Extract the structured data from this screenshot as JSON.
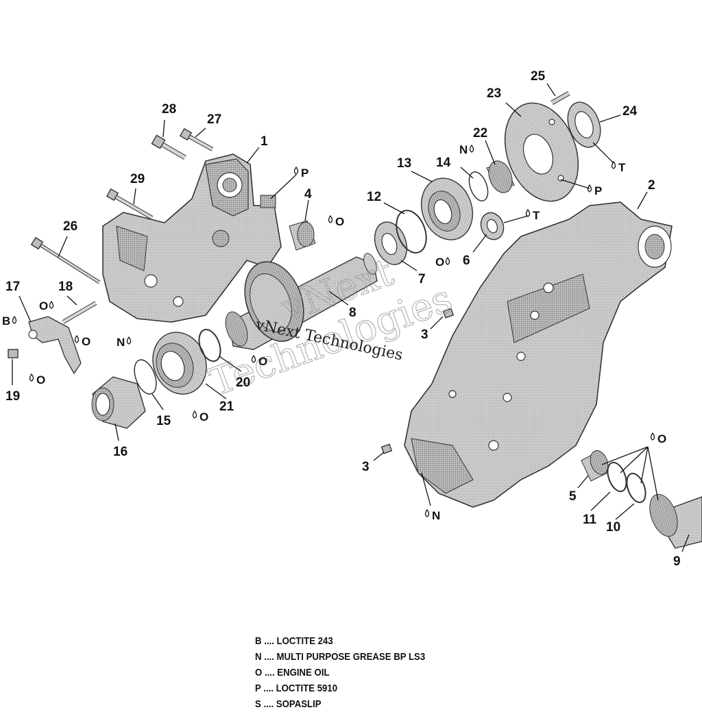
{
  "callouts": [
    "1",
    "2",
    "3",
    "3",
    "4",
    "5",
    "6",
    "7",
    "8",
    "9",
    "10",
    "11",
    "12",
    "13",
    "14",
    "15",
    "16",
    "17",
    "18",
    "19",
    "20",
    "21",
    "22",
    "23",
    "24",
    "25",
    "26",
    "27",
    "28",
    "29"
  ],
  "lubricant_codes": {
    "b": "B",
    "n": "N",
    "o": "O",
    "p": "P",
    "t": "T"
  },
  "watermark": {
    "line1": "vNext",
    "line2": "Technologies",
    "inline": "vNext Technologies"
  },
  "legend": [
    {
      "code": "B",
      "label": "LOCTITE 243"
    },
    {
      "code": "N",
      "label": "MULTI PURPOSE GREASE BP LS3"
    },
    {
      "code": "O",
      "label": "ENGINE OIL"
    },
    {
      "code": "P",
      "label": "LOCTITE 5910"
    },
    {
      "code": "S",
      "label": "SOPASLIP"
    }
  ],
  "legend_separator": " .... "
}
